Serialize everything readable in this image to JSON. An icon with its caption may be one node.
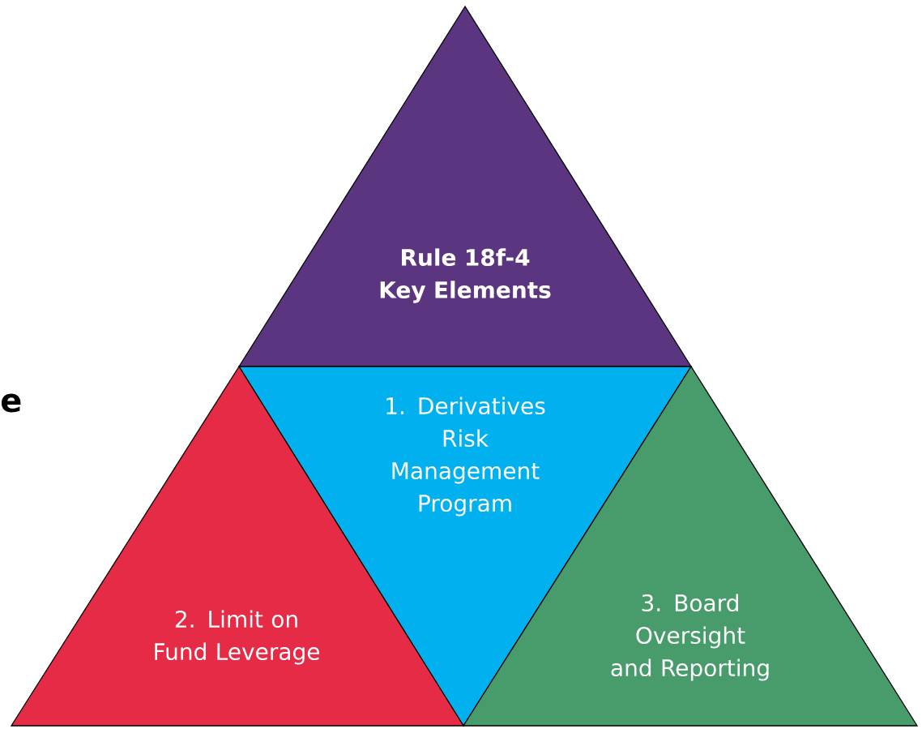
{
  "diagram": {
    "nodes": [
      {
        "text": [
          "Rule 18f-4 Key Elements"
        ]
      },
      {
        "text": [
          "1. Derivatives Risk Management Program"
        ]
      },
      {
        "text": [
          "2. Limit on Fund Leverage"
        ]
      },
      {
        "text": [
          "3. Board Oversight and Reporting"
        ]
      }
    ],
    "labels": [
      "e"
    ]
  }
}
